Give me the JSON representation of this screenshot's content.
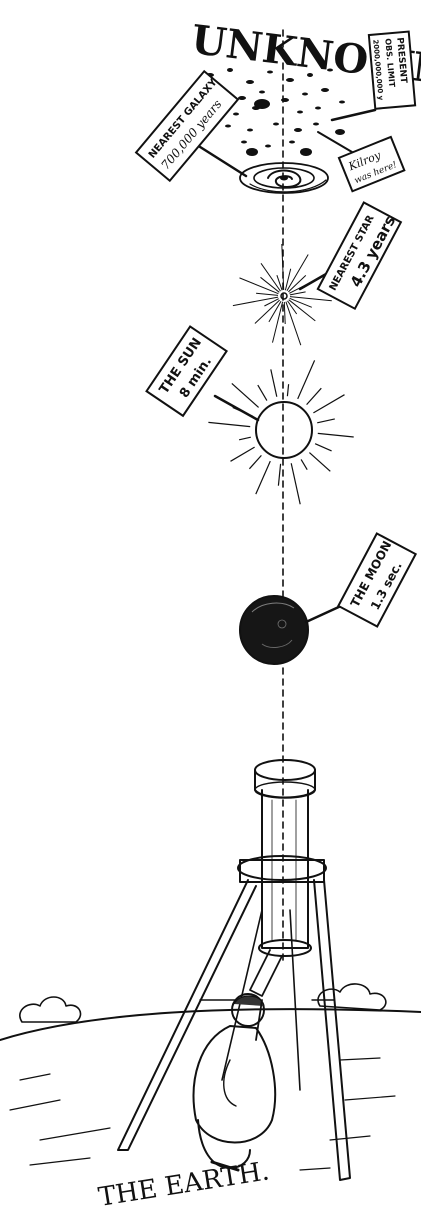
{
  "title": "UNKNOWN",
  "signs": {
    "present_limit": {
      "line1": "PRESENT",
      "line2": "OBS. LIMIT",
      "line3": "2000,000,000 y"
    },
    "kilroy": {
      "line1": "Kilroy",
      "line2": "was here!"
    },
    "nearest_galaxy": {
      "line1": "NEAREST GALAXY",
      "line2": "700,000 years"
    },
    "nearest_star": {
      "line1": "NEAREST STAR",
      "line2": "4.3 years"
    },
    "sun": {
      "line1": "THE SUN",
      "line2": "8 min."
    },
    "moon": {
      "line1": "THE MOON",
      "line2": "1.3 sec."
    }
  },
  "earth_label": "THE EARTH.",
  "icons": [
    "galaxy-icon",
    "star-icon",
    "sun-icon",
    "moon-icon",
    "telescope-icon",
    "observer-figure-icon",
    "earth-surface-icon",
    "cloud-icon"
  ],
  "colors": {
    "ink": "#111111",
    "paper": "#ffffff"
  }
}
